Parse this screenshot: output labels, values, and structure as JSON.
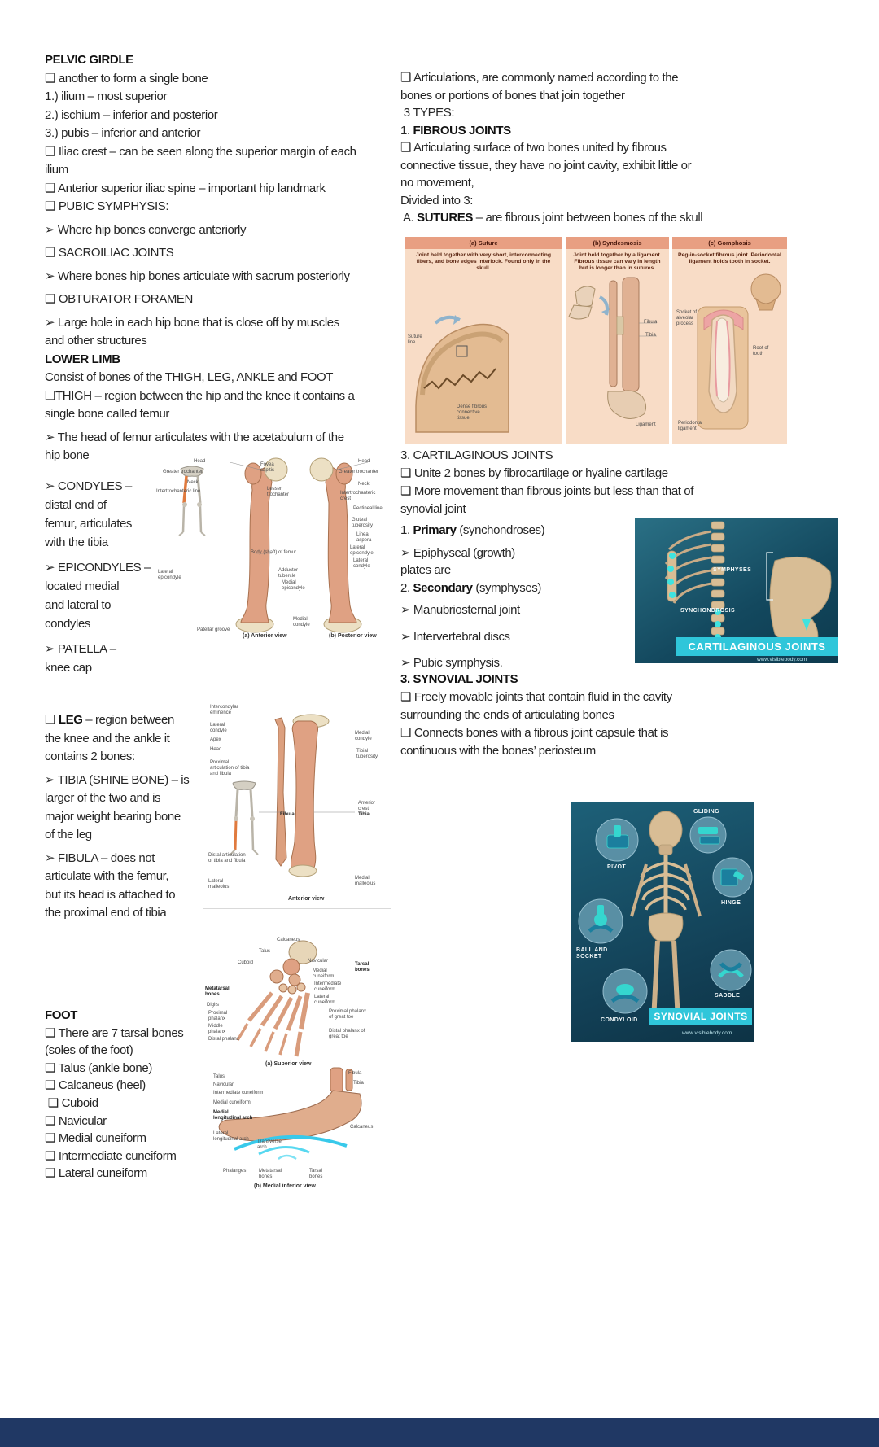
{
  "l1": [
    {
      "b": "PELVIC GIRDLE"
    },
    {
      "p": "❑ another to form a single bone"
    },
    {
      "p": "1.) ilium – most superior"
    },
    {
      "p": "2.) ischium – inferior and posterior"
    },
    {
      "p": "3.) pubis – inferior and anterior"
    },
    {
      "p": "❑ Iliac crest – can be seen along the superior margin of each"
    },
    {
      "p": "ilium"
    },
    {
      "p": "❑ Anterior superior iliac spine – important hip landmark"
    },
    {
      "p": "❑ PUBIC SYMPHYSIS:"
    },
    {
      "p": "➢ Where hip bones converge anteriorly"
    },
    {
      "p": "❑ SACROILIAC JOINTS"
    },
    {
      "p": "➢ Where bones hip bones articulate with sacrum posteriorly"
    },
    {
      "p": "❑ OBTURATOR FORAMEN"
    },
    {
      "p": "➢ Large hole in each hip bone that is close off by muscles"
    },
    {
      "p": "and other structures"
    },
    {
      "b": "LOWER LIMB"
    },
    {
      "p": "Consist of bones of the THIGH, LEG, ANKLE and FOOT"
    },
    {
      "p": "❑THIGH – region between the hip and the knee it contains a"
    },
    {
      "p": "single bone called femur"
    },
    {
      "p": "➢ The head of femur articulates with the acetabulum of the"
    },
    {
      "p": "hip bone"
    }
  ],
  "l2": [
    {
      "p": "➢ CONDYLES –"
    },
    {
      "p": "distal end of"
    },
    {
      "p": "femur, articulates"
    },
    {
      "p": "with the tibia"
    },
    {
      "p": "➢ EPICONDYLES –"
    },
    {
      "p": "located medial"
    },
    {
      "p": "and lateral to"
    },
    {
      "p": "condyles"
    },
    {
      "p": "➢ PATELLA –"
    },
    {
      "p": "knee cap"
    }
  ],
  "leg": [
    {
      "p": "❑ ",
      "b": "LEG",
      "s": " – region between"
    },
    {
      "p": "the knee and the ankle it"
    },
    {
      "p": "contains 2 bones:"
    },
    {
      "p": "➢ TIBIA (SHINE BONE) – is"
    },
    {
      "p": "larger of the two and is"
    },
    {
      "p": "major weight bearing bone"
    },
    {
      "p": "of the leg"
    },
    {
      "p": "➢ FIBULA – does not"
    },
    {
      "p": "articulate with the femur,"
    },
    {
      "p": "but its head is attached to"
    },
    {
      "p": "the proximal end of tibia"
    }
  ],
  "foot": [
    {
      "b": "FOOT"
    },
    {
      "p": "❑ There are 7 tarsal bones"
    },
    {
      "p": "(soles of the foot)"
    },
    {
      "p": "❑ Talus (ankle bone)"
    },
    {
      "p": "❑ Calcaneus (heel)"
    },
    {
      "p": " ❑ Cuboid"
    },
    {
      "p": "❑ Navicular"
    },
    {
      "p": "❑ Medial cuneiform"
    },
    {
      "p": "❑ Intermediate cuneiform"
    },
    {
      "p": "❑ Lateral cuneiform"
    }
  ],
  "r1": [
    {
      "p": "❑ Articulations, are commonly named according to the"
    },
    {
      "p": "bones or portions of bones that join together"
    },
    {
      "p": " 3 TYPES:"
    },
    {
      "p": "1. ",
      "b": "FIBROUS JOINTS"
    },
    {
      "p": "❑ Articulating surface of two bones united by fibrous"
    },
    {
      "p": "connective tissue, they have no joint cavity, exhibit little or"
    },
    {
      "p": "no movement,"
    },
    {
      "p": "Divided into 3:"
    },
    {
      "p": " A. ",
      "b": "SUTURES",
      "s": " – are fibrous joint between bones of the skull"
    }
  ],
  "r2": [
    {
      "p": "3. CARTILAGINOUS JOINTS"
    },
    {
      "p": "❑ Unite 2 bones by fibrocartilage or hyaline cartilage"
    },
    {
      "p": "❑ More movement than fibrous joints but less than that of"
    },
    {
      "p": "synovial joint"
    }
  ],
  "r3": [
    {
      "p": "1. ",
      "b": "Primary",
      "s": " (synchondroses)"
    },
    {
      "p": "➢ Epiphyseal (growth)"
    },
    {
      "p": "plates are"
    },
    {
      "p": "2. ",
      "b": "Secondary",
      "s": " (symphyses)"
    },
    {
      "p": "➢ Manubriosternal joint"
    },
    {
      "p": "➢ Intervertebral discs"
    },
    {
      "p": "➢ Pubic symphysis."
    }
  ],
  "r4": [
    {
      "b": "3. SYNOVIAL JOINTS"
    },
    {
      "p": "❑ Freely movable joints that contain fluid in the cavity"
    },
    {
      "p": "surrounding the ends of articulating bones"
    },
    {
      "p": "❑ Connects bones with a fibrous joint capsule that is"
    },
    {
      "p": "continuous with the bones’ periosteum"
    }
  ],
  "img": {
    "femur": {
      "labels": [
        "Head",
        "Greater trochanter",
        "Neck",
        "Intertrochanteric line",
        "Fovea capitis",
        "Lesser trochanter",
        "Head",
        "Greater trochanter",
        "Neck",
        "Intertrochanteric crest",
        "Pectineal line",
        "Gluteal tuberosity",
        "Linea aspera",
        "Body (shaft) of femur",
        "Adductor tubercle",
        "Medial epicondyle",
        "Lateral epicondyle",
        "Patellar groove",
        "Medial condyle",
        "Lateral epicondyle",
        "Lateral condyle"
      ],
      "caps": [
        "(a) Anterior view",
        "(b) Posterior view"
      ]
    },
    "tibia": {
      "labels": [
        "Intercondylar eminence",
        "Lateral condyle",
        "Apex",
        "Head",
        "Proximal articulation of tibia and fibula",
        "Medial condyle",
        "Tibial tuberosity",
        "Anterior crest",
        "Fibula",
        "Tibia",
        "Distal articulation of tibia and fibula",
        "Lateral malleolus",
        "Medial malleolus"
      ],
      "cap": "Anterior view"
    },
    "foot": {
      "sup": [
        "Calcaneus",
        "Talus",
        "Cuboid",
        "Navicular",
        "Medial cuneiform",
        "Intermediate cuneiform",
        "Lateral cuneiform",
        "Tarsal bones",
        "Metatarsal bones",
        "Proximal phalanx",
        "Middle phalanx",
        "Distal phalanx",
        "Digits",
        "Proximal phalanx of great toe",
        "Distal phalanx of great toe",
        "(a) Superior view"
      ],
      "med": [
        "Talus",
        "Navicular",
        "Intermediate cuneiform",
        "Medial cuneiform",
        "Medial longitudinal arch",
        "Lateral longitudinal arch",
        "Transverse arch",
        "Phalanges",
        "Metatarsal bones",
        "Tarsal bones",
        "Fibula",
        "Tibia",
        "Calcaneus",
        "(b) Medial inferior view"
      ]
    },
    "fib": {
      "p0": {
        "t": "(a) Suture",
        "d": "Joint held together with very short, interconnecting fibers, and bone edges interlock. Found only in the skull.",
        "l0": "Suture line",
        "l1": "Dense fibrous connective tissue"
      },
      "p1": {
        "t": "(b) Syndesmosis",
        "d": "Joint held together by a ligament. Fibrous tissue can vary in length but is longer than in sutures.",
        "l0": "Fibula",
        "l1": "Tibia",
        "l2": "Ligament"
      },
      "p2": {
        "t": "(c) Gomphosis",
        "d": "Peg-in-socket fibrous joint. Periodontal ligament holds tooth in socket.",
        "l0": "Socket of alveolar process",
        "l1": "Root of tooth",
        "l2": "Periodontal ligament"
      }
    },
    "cart": {
      "l0": "SYMPHYSES",
      "l1": "SYNCHONDROSIS",
      "banner": "CARTILAGINOUS JOINTS",
      "wm": "www.visiblebody.com"
    },
    "syn": {
      "l0": "GLIDING",
      "l1": "PIVOT",
      "l2": "HINGE",
      "l3": "BALL AND SOCKET",
      "l4": "CONDYLOID",
      "l5": "SADDLE",
      "banner": "SYNOVIAL JOINTS",
      "wm": "www.visiblebody.com"
    }
  },
  "colors": {
    "banner_cyan": "#2fc6da",
    "footer_navy": "#203864",
    "bone_tan": "#dfa183",
    "teal_dark": "#0f4258",
    "panel_peach": "#f8dcc6",
    "panel_header": "#e89f82",
    "highlight_cyan": "#3fe3e0"
  }
}
